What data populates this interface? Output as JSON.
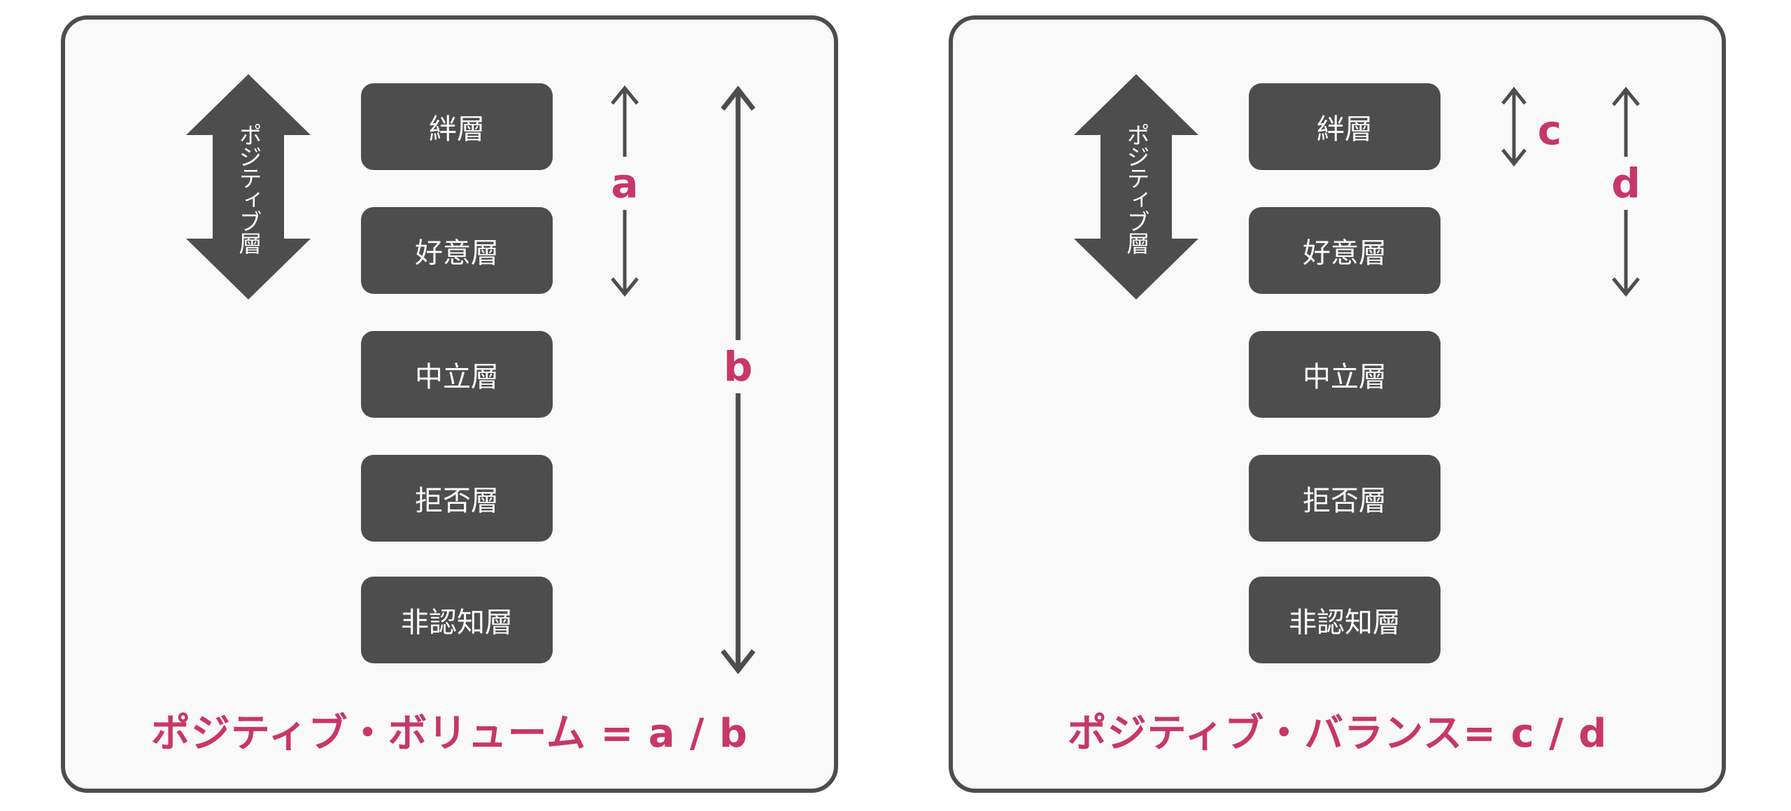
{
  "colors": {
    "box": "#4d4d4d",
    "accent": "#c8366a",
    "panel_bg": "#f9f9f9",
    "border": "#4d4d4d"
  },
  "positive_arrow_label": "ポジティブ層",
  "layers": [
    "絆層",
    "好意層",
    "中立層",
    "拒否層",
    "非認知層"
  ],
  "left_panel": {
    "label_a": "a",
    "label_b": "b",
    "formula": "ポジティブ・ボリューム = a / b"
  },
  "right_panel": {
    "label_c": "c",
    "label_d": "d",
    "formula": "ポジティブ・バランス= c / d"
  }
}
